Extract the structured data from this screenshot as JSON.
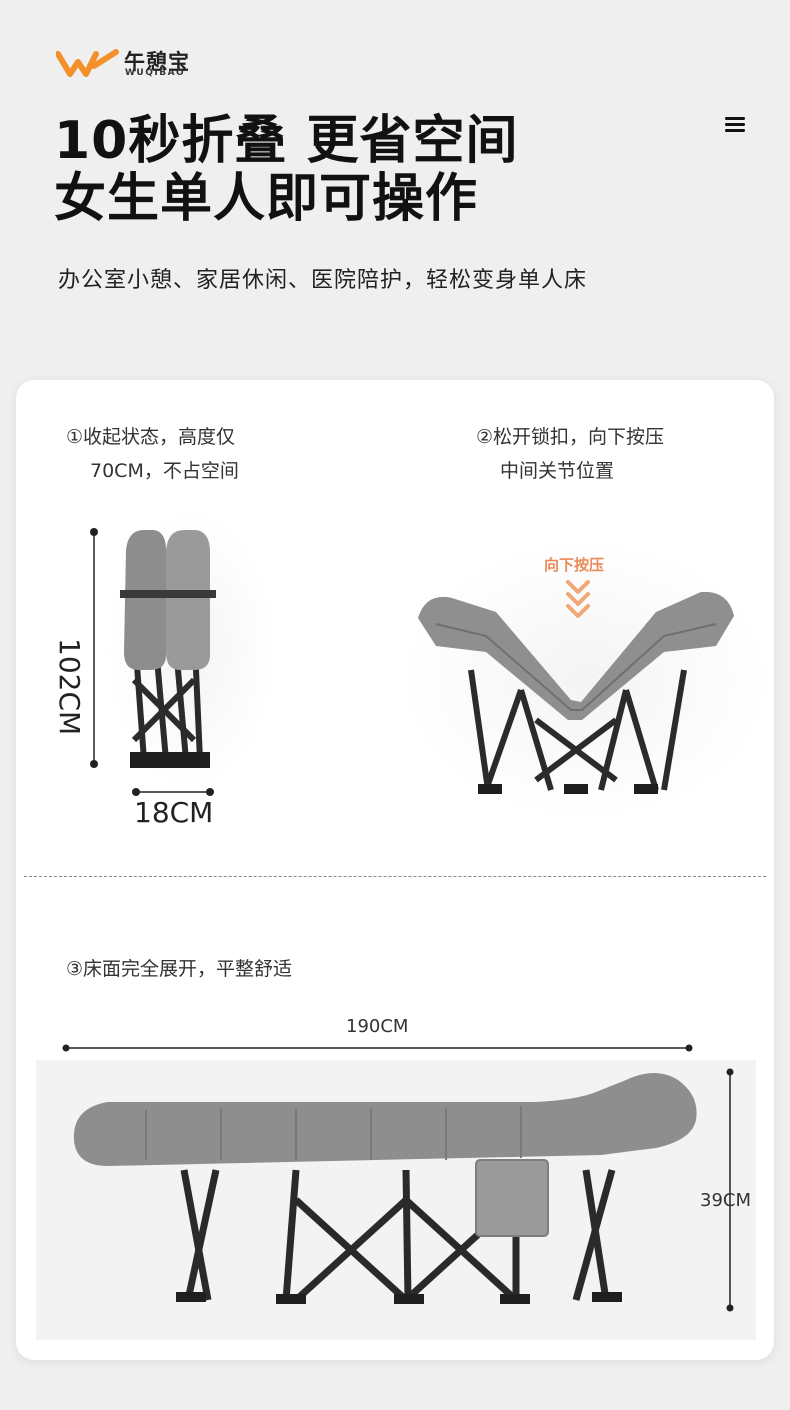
{
  "brand": {
    "name_cn": "午憩宝",
    "name_en": "WUQIBAO",
    "accent": "#f4902a"
  },
  "menu_icon": "hamburger-menu-icon",
  "headline": {
    "line1": "10秒折叠 更省空间",
    "line2": "女生单人即可操作"
  },
  "subheadline": "办公室小憩、家居休闲、医院陪护，轻松变身单人床",
  "steps": [
    {
      "marker": "①",
      "line1": "收起状态，高度仅",
      "line2": "70CM，不占空间"
    },
    {
      "marker": "②",
      "line1": "松开锁扣，向下按压",
      "line2": "中间关节位置"
    },
    {
      "marker": "③",
      "line1": "床面完全展开，平整舒适"
    }
  ],
  "folded_dims": {
    "height": "102CM",
    "width": "18CM"
  },
  "press_label": "向下按压",
  "open_dims": {
    "length": "190CM",
    "height": "39CM"
  }
}
